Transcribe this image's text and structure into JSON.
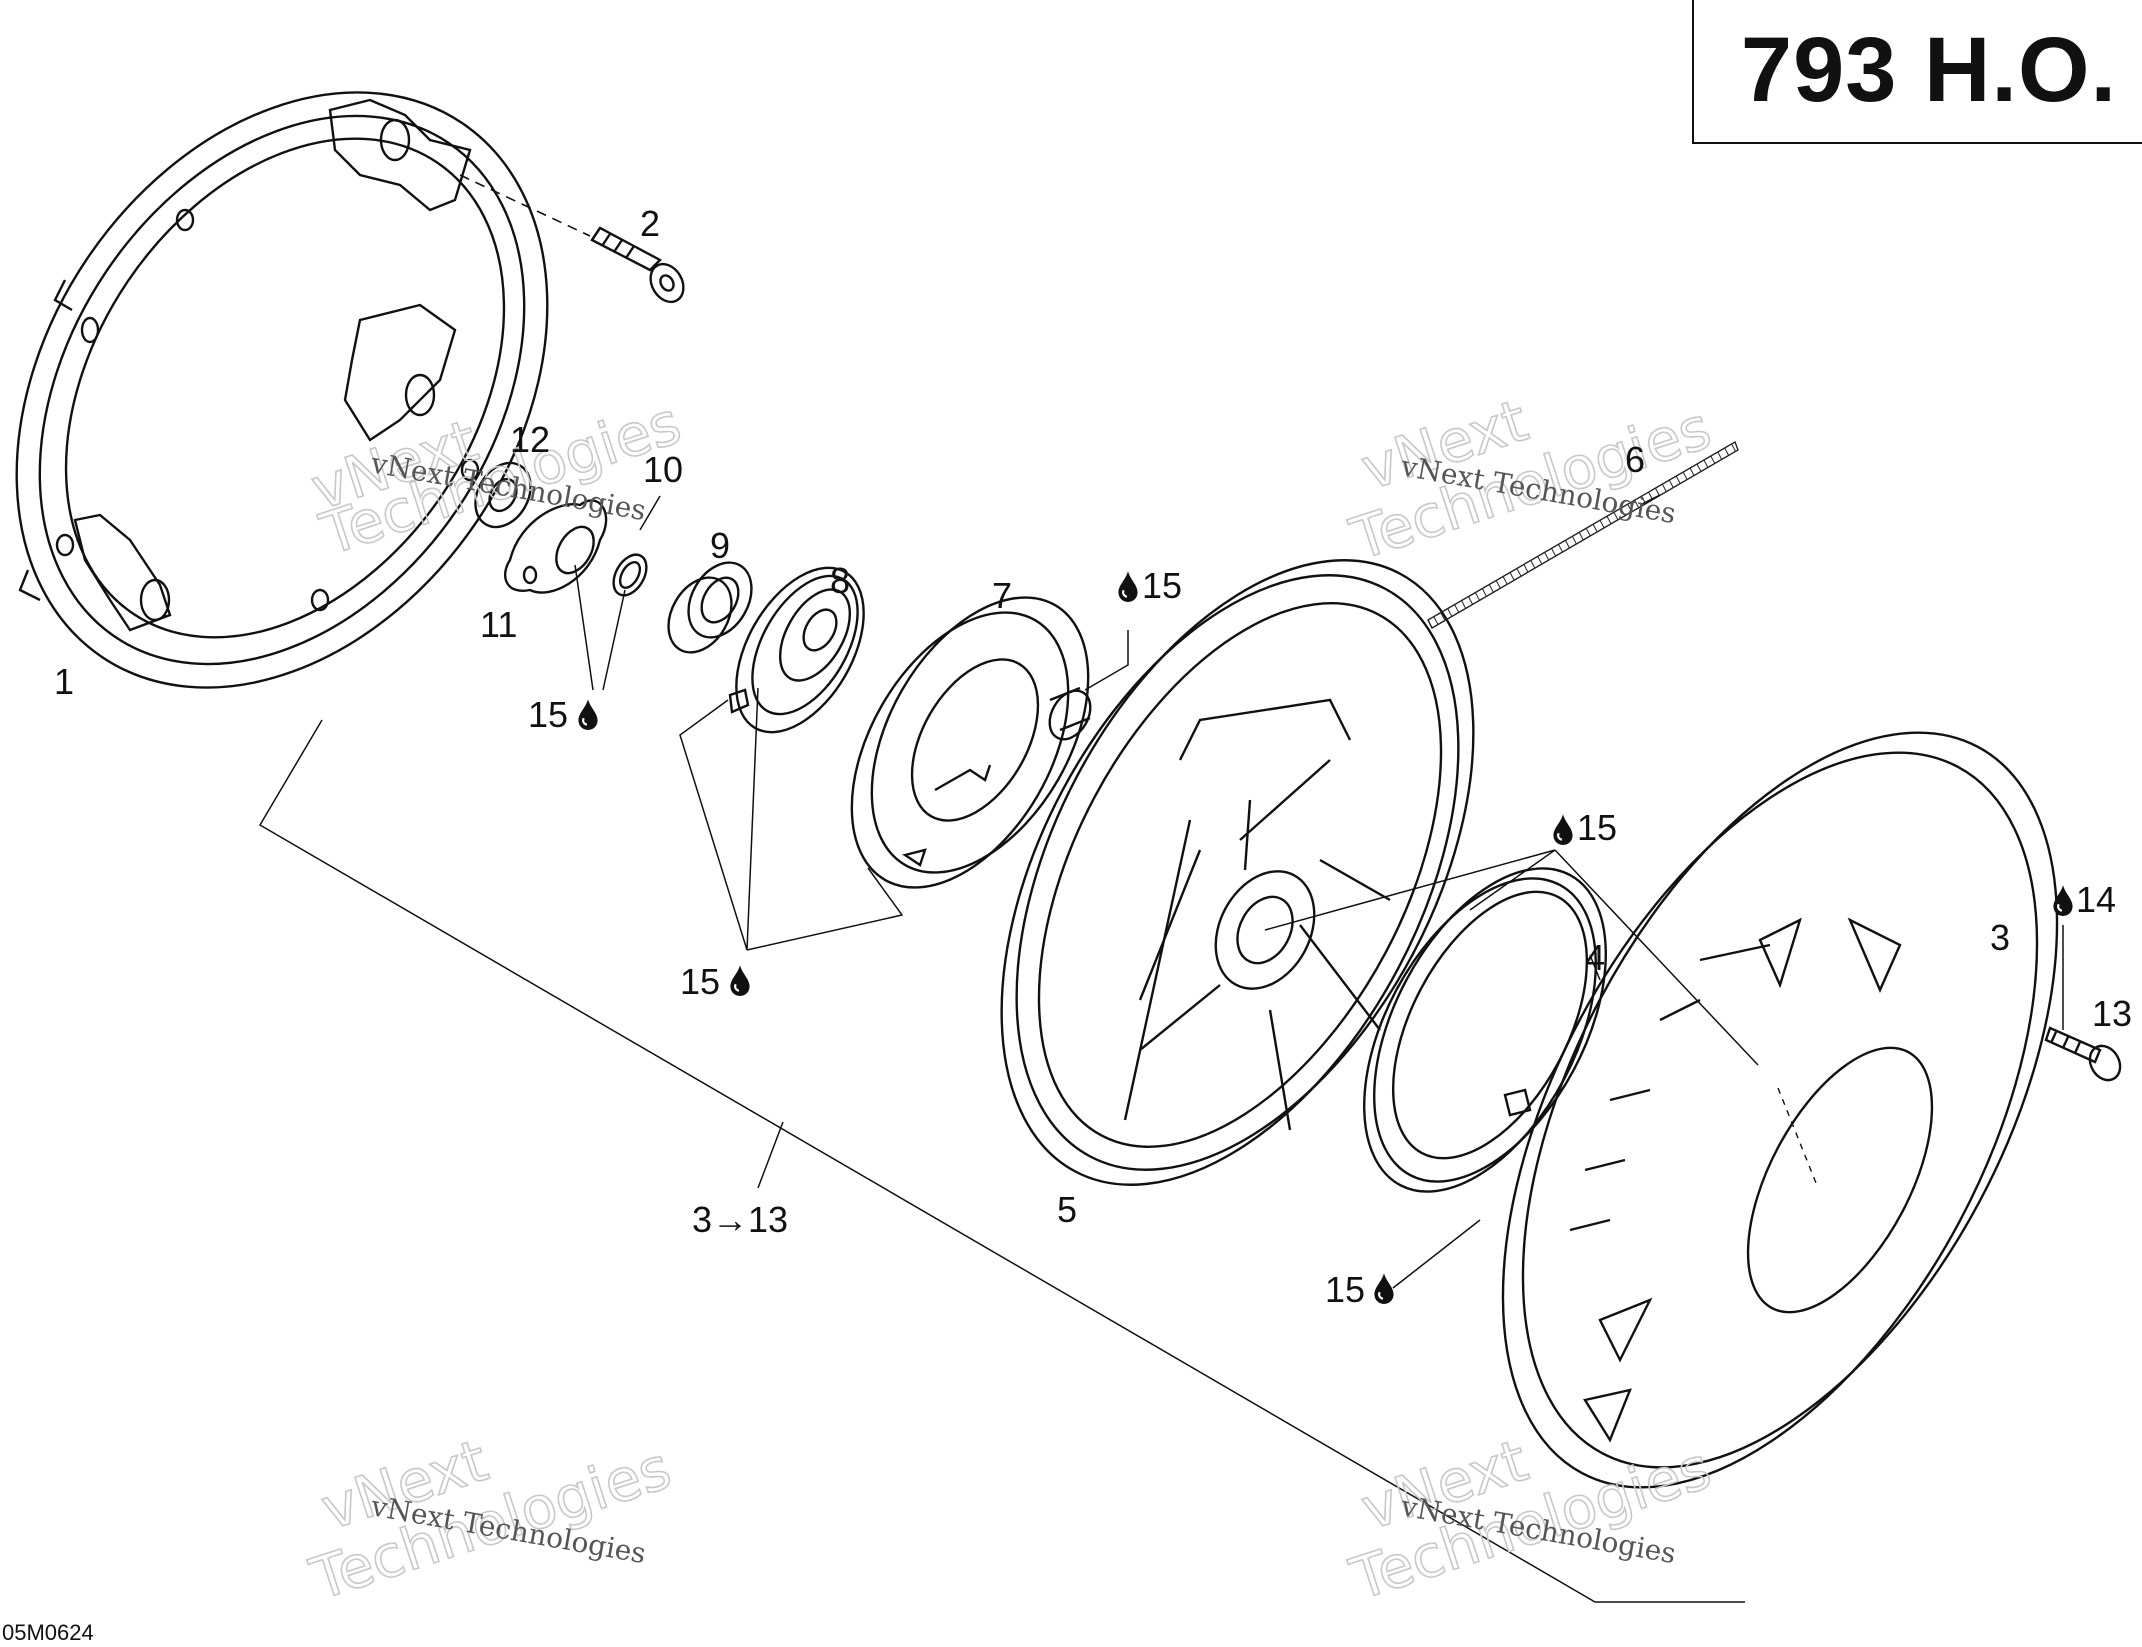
{
  "header": {
    "model": "793 H.O."
  },
  "drawing_ref": "05M0624",
  "callouts": {
    "c1": "1",
    "c2": "2",
    "c3": "3",
    "c4": "4",
    "c5": "5",
    "c6": "6",
    "c7": "7",
    "c8": "8",
    "c9": "9",
    "c10": "10",
    "c11": "11",
    "c12": "12",
    "c13": "13",
    "c14": "14",
    "c15": "15",
    "assembly": "3→13"
  },
  "watermark": {
    "line1": "vNext Technologies",
    "line2": "vNext",
    "line3": "Technologies"
  },
  "icons": {
    "lubricant": "oil-drop-icon"
  }
}
